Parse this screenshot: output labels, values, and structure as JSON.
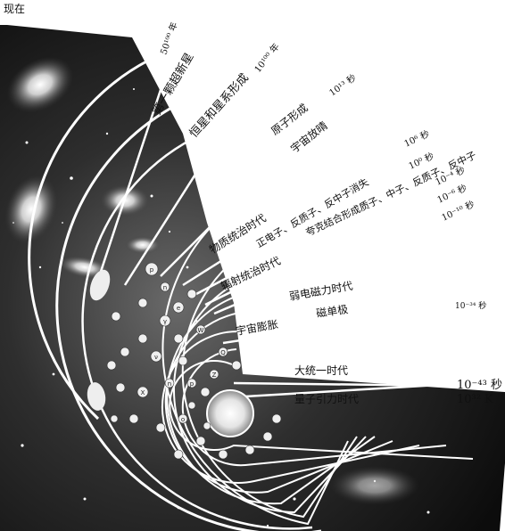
{
  "corner_label": "现在",
  "times": {
    "t1": "50¹⁰⁰ 年",
    "t2": "10¹⁰⁰ 年",
    "t3": "10¹³ 秒",
    "t4": "10⁶ 秒",
    "t5": "10⁰ 秒",
    "t6": "10⁻⁴ 秒",
    "t7": "10⁻⁶ 秒",
    "t8": "10⁻¹⁰ 秒",
    "t9": "10⁻³⁴ 秒",
    "t10": "10⁻⁴³ 秒",
    "t11": "10³² K"
  },
  "eras": {
    "e1": "第一颗超新星",
    "e2": "恒星和星系形成",
    "e3": "原子形成",
    "e4": "宇宙放晴",
    "e5": "物质统治时代",
    "e6": "正电子、反质子、反中子消失",
    "e7": "夸克结合形成质子、中子、反质子、反中子",
    "e8": "辐射统治时代",
    "e9": "弱电磁力时代",
    "e10": "宇宙膨胀",
    "e11": "磁单极",
    "e12": "大统一时代",
    "e13": "量子引力时代"
  },
  "particle_marks": [
    "p",
    "n",
    "e",
    "γ",
    "ν",
    "X",
    "Z",
    "W",
    "Q",
    "o",
    "p",
    "n"
  ]
}
